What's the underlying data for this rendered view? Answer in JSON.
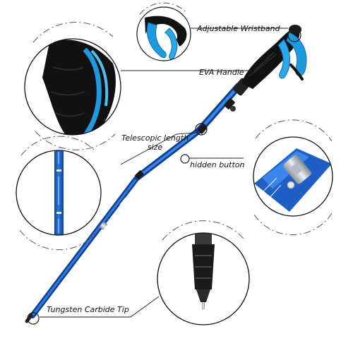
{
  "labels": {
    "wristband": "Adjustable Wristband",
    "handle": "EVA Handle",
    "telescopic_line1": "Telescopic length",
    "telescopic_line2": "size",
    "hidden_button": "hidden button",
    "tip": "Tungsten Carbide Tip"
  },
  "colors": {
    "pole_blue": "#1f5fc4",
    "pole_dark": "#0f3f91",
    "wrist_strap": "#1e9be0",
    "handle_black": "#111111",
    "silver": "#c9ced6",
    "leader_line": "#222222"
  }
}
